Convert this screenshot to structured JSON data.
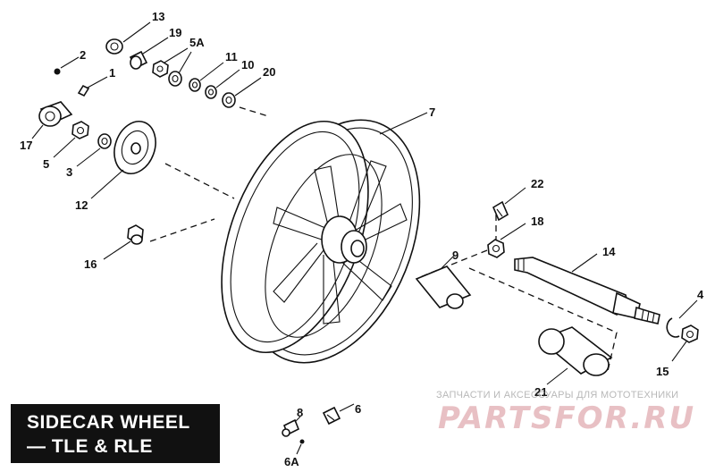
{
  "title_lines": [
    "SIDECAR WHEEL",
    "— TLE & RLE"
  ],
  "watermark": {
    "caption": "ЗАПЧАСТИ И АКСЕССУАРЫ ДЛЯ МОТОТЕХНИКИ",
    "logo": "PARTSFOR.RU"
  },
  "callouts": {
    "n1": "1",
    "n2": "2",
    "n3": "3",
    "n4": "4",
    "n5": "5",
    "n5a": "5A",
    "n6": "6",
    "n6a": "6A",
    "n7": "7",
    "n8": "8",
    "n9": "9",
    "n10": "10",
    "n11": "11",
    "n12": "12",
    "n13": "13",
    "n14": "14",
    "n15": "15",
    "n16": "16",
    "n17": "17",
    "n18": "18",
    "n19": "19",
    "n20": "20",
    "n21": "21",
    "n22": "22"
  }
}
